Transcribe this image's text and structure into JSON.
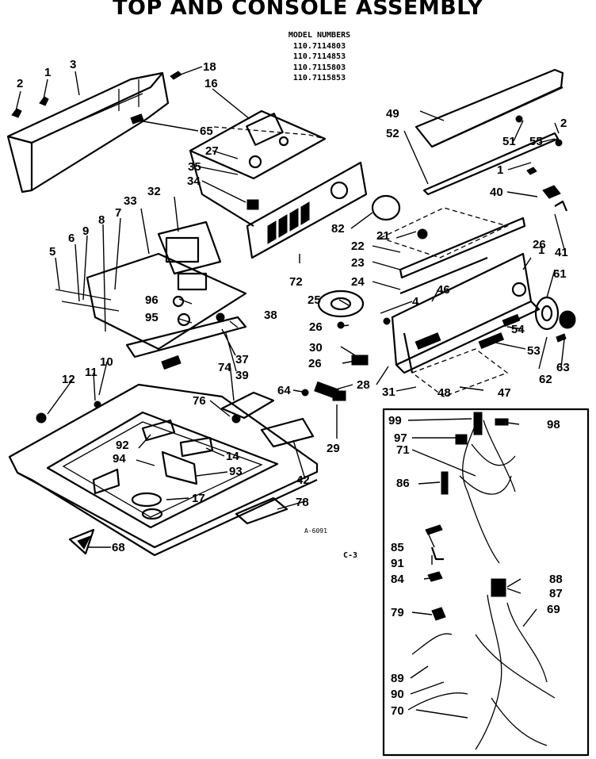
{
  "title": "TOP AND CONSOLE ASSEMBLY",
  "model_heading": "MODEL NUMBERS",
  "model_numbers": [
    "110.7114803",
    "110.7114853",
    "110.7115803",
    "110.7115853"
  ],
  "drawing_code": "A-6091",
  "page_code": "C-3",
  "callouts": [
    {
      "id": "c2a",
      "text": "2"
    },
    {
      "id": "c1a",
      "text": "1"
    },
    {
      "id": "c3",
      "text": "3"
    },
    {
      "id": "c18",
      "text": "18"
    },
    {
      "id": "c16",
      "text": "16"
    },
    {
      "id": "c65",
      "text": "65"
    },
    {
      "id": "c27",
      "text": "27"
    },
    {
      "id": "c35",
      "text": "35"
    },
    {
      "id": "c34",
      "text": "34"
    },
    {
      "id": "c33",
      "text": "33"
    },
    {
      "id": "c32",
      "text": "32"
    },
    {
      "id": "c7",
      "text": "7"
    },
    {
      "id": "c8",
      "text": "8"
    },
    {
      "id": "c9",
      "text": "9"
    },
    {
      "id": "c6",
      "text": "6"
    },
    {
      "id": "c5",
      "text": "5"
    },
    {
      "id": "c96",
      "text": "96"
    },
    {
      "id": "c95",
      "text": "95"
    },
    {
      "id": "c38",
      "text": "38"
    },
    {
      "id": "c37",
      "text": "37"
    },
    {
      "id": "c39",
      "text": "39"
    },
    {
      "id": "c72",
      "text": "72"
    },
    {
      "id": "c82",
      "text": "82"
    },
    {
      "id": "c21",
      "text": "21"
    },
    {
      "id": "c22",
      "text": "22"
    },
    {
      "id": "c23",
      "text": "23"
    },
    {
      "id": "c24",
      "text": "24"
    },
    {
      "id": "c25",
      "text": "25"
    },
    {
      "id": "c26a",
      "text": "26"
    },
    {
      "id": "c26b",
      "text": "26"
    },
    {
      "id": "c26c",
      "text": "26"
    },
    {
      "id": "c4",
      "text": "4"
    },
    {
      "id": "c46",
      "text": "46"
    },
    {
      "id": "c30",
      "text": "30"
    },
    {
      "id": "c28",
      "text": "28"
    },
    {
      "id": "c29",
      "text": "29"
    },
    {
      "id": "c31",
      "text": "31"
    },
    {
      "id": "c48",
      "text": "48"
    },
    {
      "id": "c47",
      "text": "47"
    },
    {
      "id": "c53",
      "text": "53"
    },
    {
      "id": "c54",
      "text": "54"
    },
    {
      "id": "c62",
      "text": "62"
    },
    {
      "id": "c63",
      "text": "63"
    },
    {
      "id": "c61",
      "text": "61"
    },
    {
      "id": "c41",
      "text": "41"
    },
    {
      "id": "c40",
      "text": "40"
    },
    {
      "id": "c1b",
      "text": "1"
    },
    {
      "id": "c51",
      "text": "51"
    },
    {
      "id": "c55",
      "text": "55"
    },
    {
      "id": "c2b",
      "text": "2"
    },
    {
      "id": "c49",
      "text": "49"
    },
    {
      "id": "c52",
      "text": "52"
    },
    {
      "id": "c1c",
      "text": "1"
    },
    {
      "id": "c74",
      "text": "74"
    },
    {
      "id": "c76",
      "text": "76"
    },
    {
      "id": "c64",
      "text": "64"
    },
    {
      "id": "c42",
      "text": "42"
    },
    {
      "id": "c78",
      "text": "78"
    },
    {
      "id": "c12",
      "text": "12"
    },
    {
      "id": "c11",
      "text": "11"
    },
    {
      "id": "c10",
      "text": "10"
    },
    {
      "id": "c92",
      "text": "92"
    },
    {
      "id": "c94",
      "text": "94"
    },
    {
      "id": "c14",
      "text": "14"
    },
    {
      "id": "c93",
      "text": "93"
    },
    {
      "id": "c17",
      "text": "17"
    },
    {
      "id": "c68",
      "text": "68"
    },
    {
      "id": "c99",
      "text": "99"
    },
    {
      "id": "c98",
      "text": "98"
    },
    {
      "id": "c97",
      "text": "97"
    },
    {
      "id": "c71",
      "text": "71"
    },
    {
      "id": "c86",
      "text": "86"
    },
    {
      "id": "c85",
      "text": "85"
    },
    {
      "id": "c91",
      "text": "91"
    },
    {
      "id": "c84",
      "text": "84"
    },
    {
      "id": "c88",
      "text": "88"
    },
    {
      "id": "c87",
      "text": "87"
    },
    {
      "id": "c79",
      "text": "79"
    },
    {
      "id": "c69",
      "text": "69"
    },
    {
      "id": "c89",
      "text": "89"
    },
    {
      "id": "c90",
      "text": "90"
    },
    {
      "id": "c70",
      "text": "70"
    }
  ]
}
